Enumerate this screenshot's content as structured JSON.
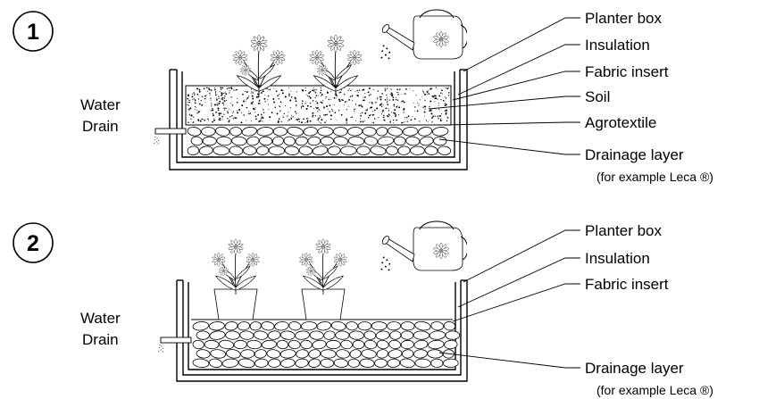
{
  "panels": [
    {
      "number": "1",
      "water_drain": [
        "Water",
        "Drain"
      ],
      "labels": [
        "Planter box",
        "Insulation",
        "Fabric insert",
        "Soil",
        "Agrotextile",
        "Drainage layer"
      ],
      "footnote": "(for example Leca ®)"
    },
    {
      "number": "2",
      "water_drain": [
        "Water",
        "Drain"
      ],
      "labels": [
        "Planter box",
        "Insulation",
        "Fabric insert",
        "Drainage layer"
      ],
      "footnote": "(for example Leca ®)"
    }
  ]
}
